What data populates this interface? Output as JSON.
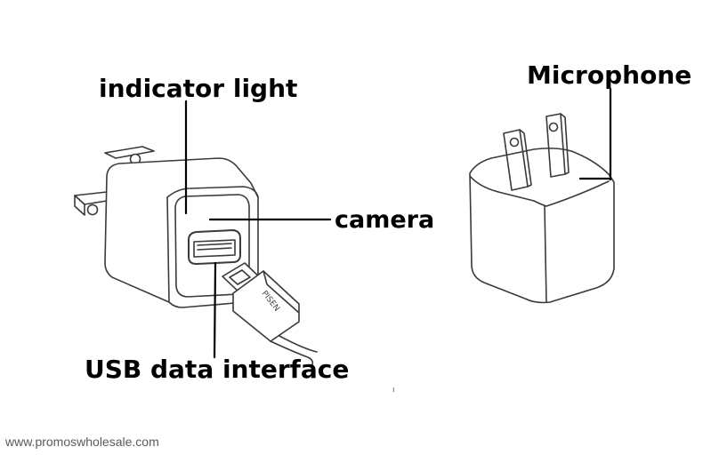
{
  "labels": {
    "indicator_light": "indicator light",
    "camera": "camera",
    "usb_data_interface": "USB data interface",
    "microphone": "Microphone"
  },
  "cable_brand": "PISEN",
  "watermark": "www.promoswholesale.com"
}
